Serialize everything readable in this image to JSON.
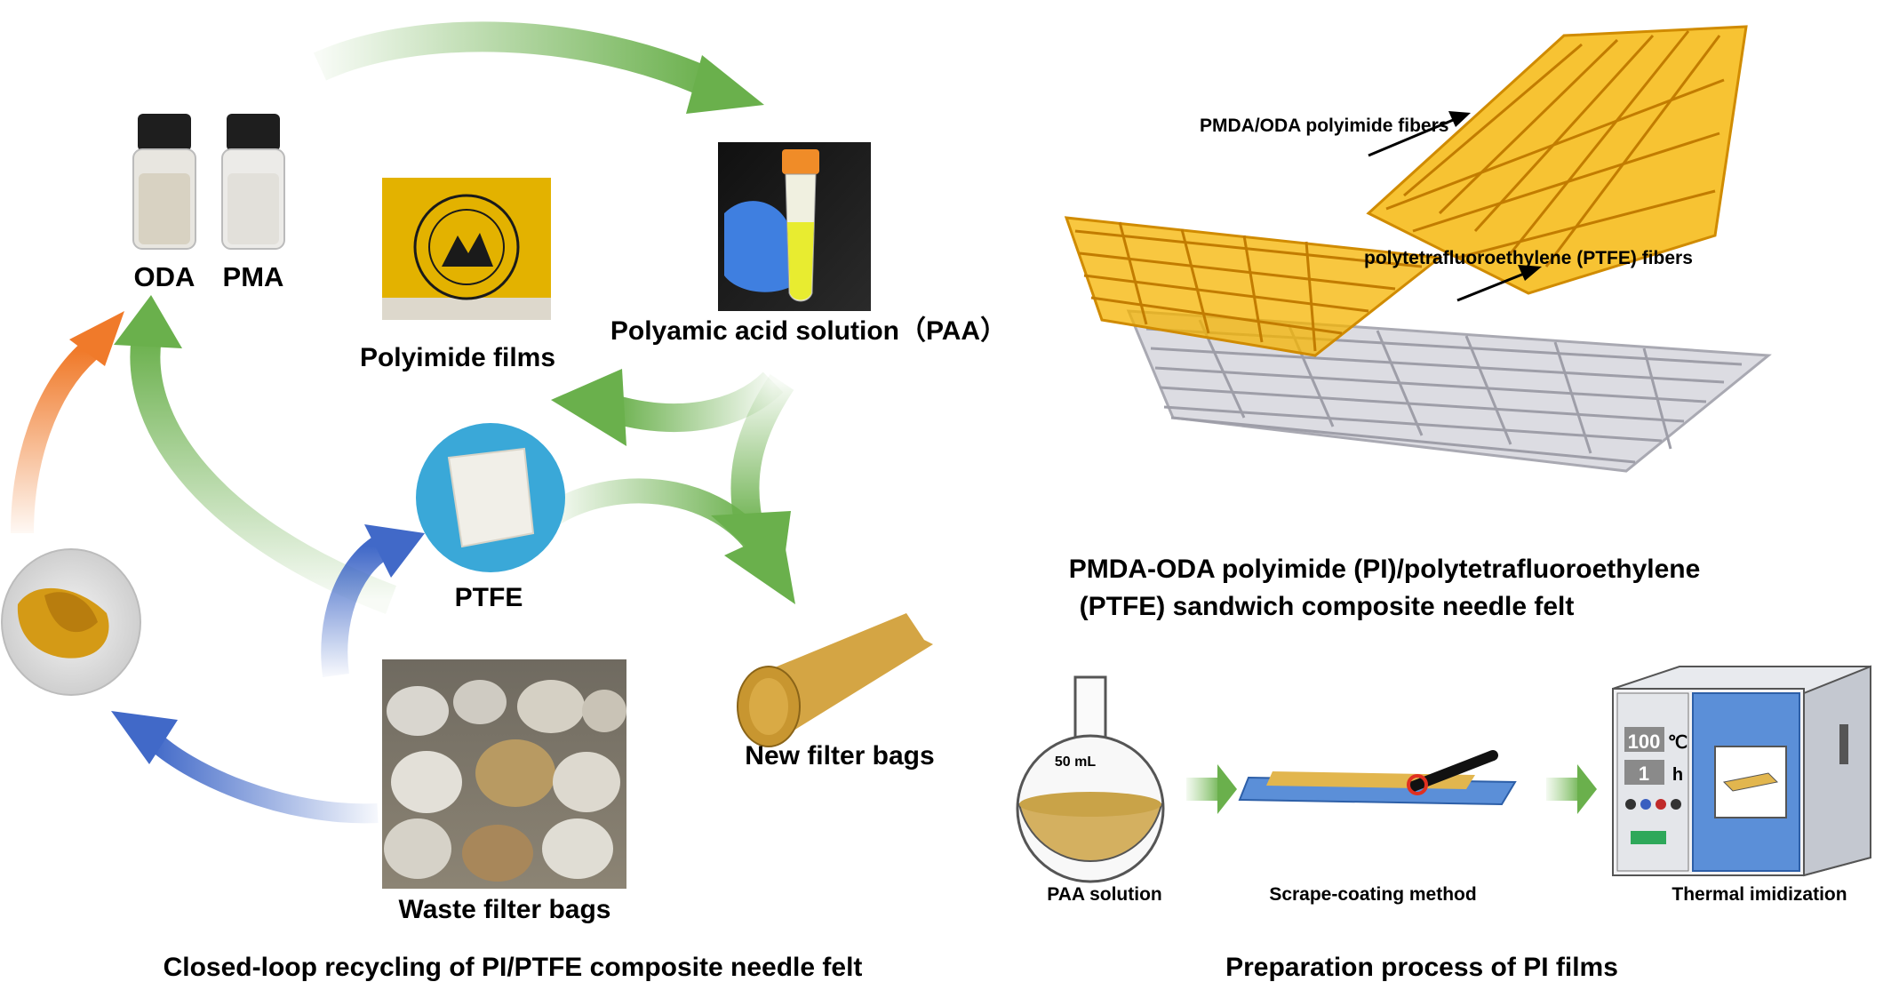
{
  "left_panel": {
    "caption": "Closed-loop recycling of PI/PTFE composite needle felt",
    "oda_label": "ODA",
    "pma_label": "PMA",
    "paa_label": "Polyamic acid solution（PAA）",
    "films_label": "Polyimide films",
    "ptfe_label": "PTFE",
    "new_bags_label": "New filter bags",
    "waste_bags_label": "Waste filter bags"
  },
  "right_top": {
    "pi_fiber_label": "PMDA/ODA polyimide fibers",
    "ptfe_fiber_label": "polytetrafluoroethylene (PTFE) fibers",
    "title_line1": "PMDA-ODA polyimide (PI)/polytetrafluoroethylene",
    "title_line2": "(PTFE) sandwich composite needle felt"
  },
  "right_bottom": {
    "caption": "Preparation process of PI films",
    "flask_volume": "50 mL",
    "step1_label": "PAA solution",
    "step2_label": "Scrape-coating method",
    "step3_label": "Thermal imidization",
    "oven_temp_value": "100",
    "oven_temp_unit": "℃",
    "oven_time_value": "1",
    "oven_time_unit": "h"
  },
  "colors": {
    "green_arrow": "#6ab04c",
    "blue_arrow": "#4169c8",
    "orange_arrow": "#f07a2a",
    "pi_fiber": "#f5b400",
    "ptfe_fiber": "#c8c8d0",
    "oven_blue": "#5b8fd8",
    "substrate_blue": "#5b8fd8",
    "film_gold": "#e2b64e",
    "paa_liquid": "#d4b060"
  }
}
